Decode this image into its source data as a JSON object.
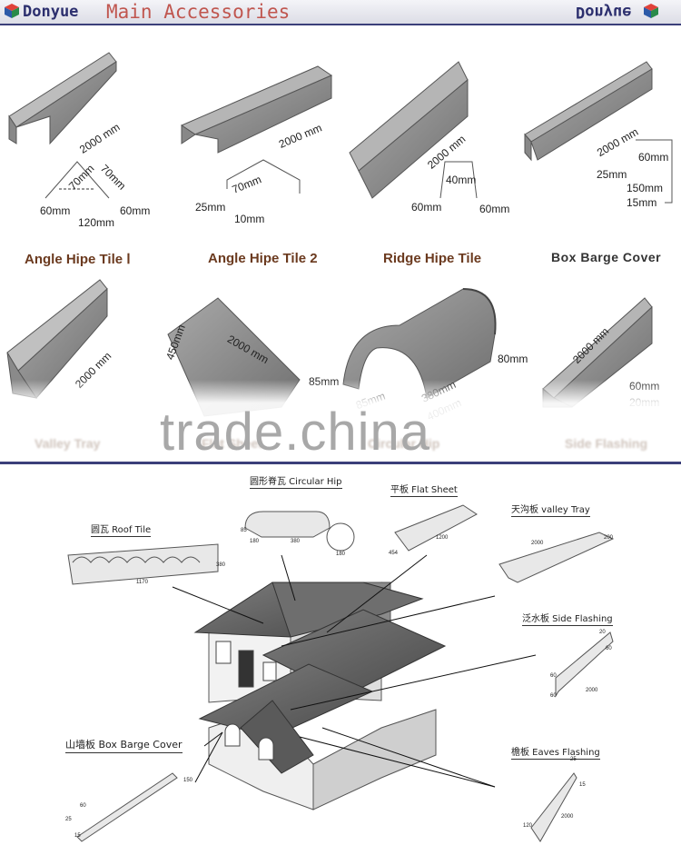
{
  "header": {
    "brand": "Donyue",
    "title": "Main Accessories",
    "brand_mirrored": "Donyue"
  },
  "products_top": [
    {
      "label": "Angle Hipe Tile Ⅰ",
      "dims": [
        "2000 mm",
        "70mm",
        "70mm",
        "60mm",
        "120mm",
        "60mm"
      ]
    },
    {
      "label": "Angle Hipe Tile 2",
      "dims": [
        "2000 mm",
        "70mm",
        "25mm",
        "10mm"
      ]
    },
    {
      "label": "Ridge Hipe Tile",
      "dims": [
        "2000 mm",
        "40mm",
        "60mm",
        "60mm"
      ]
    },
    {
      "label": "Box Barge Cover",
      "dims": [
        "2000 mm",
        "60mm",
        "25mm",
        "150mm",
        "15mm"
      ]
    }
  ],
  "products_mid": [
    {
      "label": "Valley Tray",
      "dims": [
        "2000 mm"
      ]
    },
    {
      "label": "Flat Sheet",
      "dims": [
        "450mm",
        "2000 mm"
      ]
    },
    {
      "label": "Circular Hip",
      "dims": [
        "85mm",
        "85mm",
        "380mm",
        "80mm",
        "400mm"
      ]
    },
    {
      "label": "Side Flashing",
      "dims": [
        "2000 mm",
        "60mm",
        "20mm"
      ]
    }
  ],
  "watermark": "trade.china",
  "diagram": {
    "circular_hip": "圆形脊瓦 Circular Hip",
    "flat_sheet": "平板  Flat  Sheet",
    "valley_tray": "天沟板  valley  Tray",
    "roof_tile": "圆瓦  Roof Tile",
    "side_flashing": "泛水板  Side Flashing",
    "box_barge": "山墙板  Box Barge Cover",
    "eaves_flashing": "檐板 Eaves  Flashing",
    "small_dims": {
      "hip_a": "85",
      "hip_b": "180",
      "hip_c": "380",
      "hip_d": "180",
      "flat_a": "454",
      "flat_b": "1200",
      "valley_a": "2000",
      "valley_b": "200",
      "roof_a": "1170",
      "roof_b": "380",
      "side_a": "20",
      "side_b": "60",
      "side_c": "60",
      "side_d": "2000",
      "side_e": "60",
      "barge_a": "60",
      "barge_b": "25",
      "barge_c": "15",
      "barge_d": "150",
      "eaves_a": "25",
      "eaves_b": "15",
      "eaves_c": "120",
      "eaves_d": "2000"
    }
  },
  "colors": {
    "accent": "#3b3f7a",
    "title": "#c0564f",
    "metal": "#8c8c8c",
    "label": "#6b3a1f"
  }
}
